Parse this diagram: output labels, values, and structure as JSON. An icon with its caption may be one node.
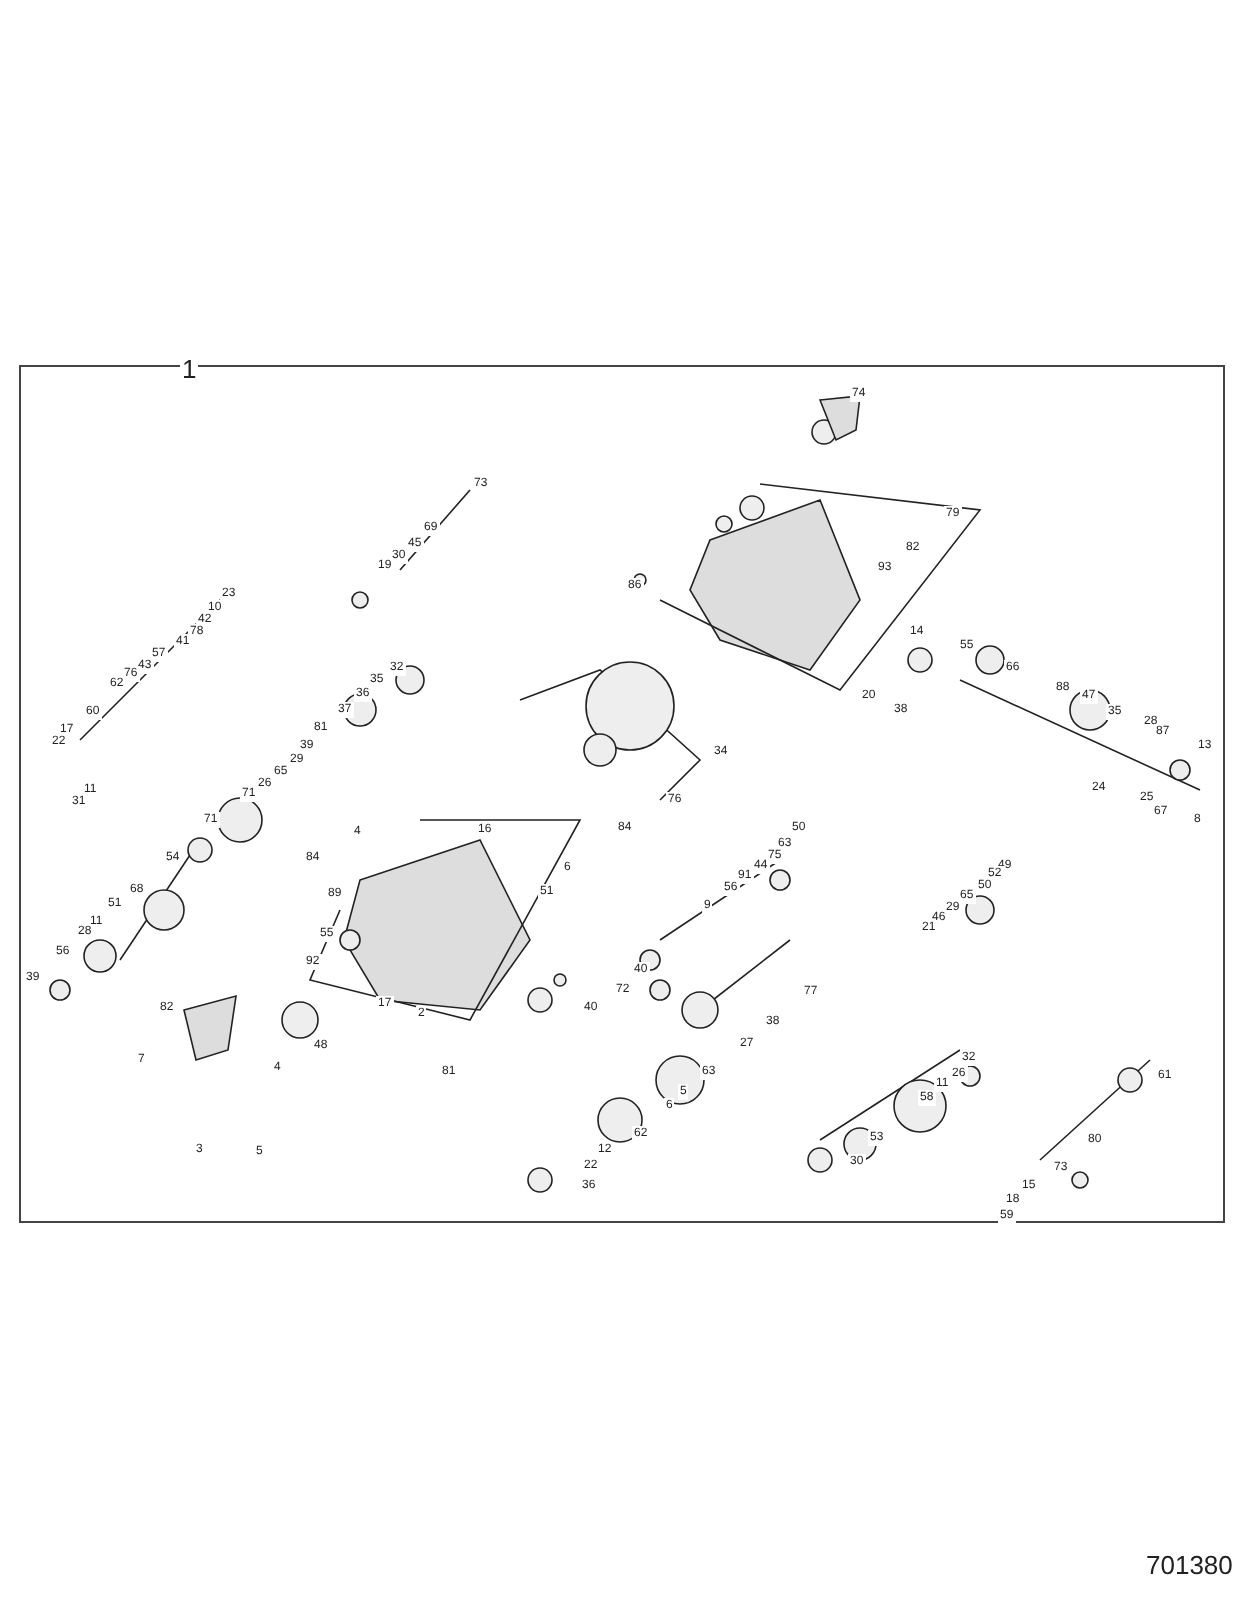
{
  "diagram": {
    "labels": [
      "1",
      "74",
      "73",
      "69",
      "45",
      "30",
      "19",
      "79",
      "82",
      "93",
      "86",
      "23",
      "10",
      "42",
      "78",
      "41",
      "57",
      "43",
      "76",
      "62",
      "60",
      "17",
      "22",
      "14",
      "55",
      "20",
      "38",
      "66",
      "88",
      "47",
      "35",
      "28",
      "87",
      "13",
      "24",
      "25",
      "67",
      "8",
      "32",
      "35",
      "36",
      "37",
      "81",
      "39",
      "29",
      "65",
      "26",
      "71",
      "11",
      "31",
      "34",
      "76",
      "71",
      "54",
      "68",
      "51",
      "11",
      "28",
      "56",
      "39",
      "4",
      "16",
      "84",
      "89",
      "6",
      "51",
      "84",
      "50",
      "63",
      "75",
      "44",
      "91",
      "56",
      "9",
      "49",
      "52",
      "50",
      "65",
      "29",
      "46",
      "21",
      "55",
      "92",
      "17",
      "2",
      "81",
      "40",
      "72",
      "40",
      "77",
      "38",
      "27",
      "82",
      "48",
      "63",
      "4",
      "7",
      "5",
      "6",
      "32",
      "26",
      "11",
      "58",
      "53",
      "61",
      "80",
      "73",
      "15",
      "18",
      "59",
      "5",
      "3",
      "62",
      "12",
      "22",
      "36",
      "30",
      "701380"
    ]
  }
}
